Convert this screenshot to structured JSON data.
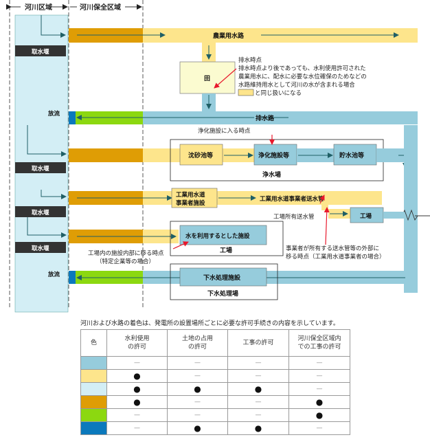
{
  "header": {
    "river_zone": "河川区域",
    "conservation_zone": "河川保全区域"
  },
  "intake_labels": [
    "取水堰",
    "取水堰",
    "取水堰",
    "取水堰"
  ],
  "discharge_labels": [
    "放流",
    "放流"
  ],
  "channels": {
    "agri": "農業用水路",
    "paddy": "田",
    "drain": "排水路",
    "sedimentation": "沈砂池等",
    "purification": "浄化施設等",
    "reservoir": "貯水池等",
    "water_plant": "浄水場",
    "industrial_operator_l1": "工業用水道",
    "industrial_operator_l2": "事業者施設",
    "industrial_pipe": "工業用水道事業者送水管",
    "factory_small": "工場",
    "factory_facility": "水を利用するとした施設",
    "factory": "工場",
    "sewage_facility": "下水処理施設",
    "sewage_plant": "下水処理場"
  },
  "notes": {
    "drain_point": [
      "排水時点",
      "排水時点より後であっても、水利使用許可された",
      "農業用水に、配水に必要な水位確保のためなどの",
      "水路維持用水として河川の水が含まれる場合",
      "と同じ扱いになる"
    ],
    "purification_entry": "浄化施設に入る時点",
    "factory_pipe": "工場所有送水管",
    "factory_inside": [
      "工場内の施設内部に移る時点",
      "（特定企業等の場合）"
    ],
    "operator_pipe": [
      "事業者が所有する送水管等の外部に",
      "移る時点（工業用水道事業者の場合）"
    ]
  },
  "colors": {
    "river": "#d3eef5",
    "blue": "#96ccdc",
    "yellow": "#fde58c",
    "lightyellow": "#fbfbd0",
    "orange": "#df9d05",
    "green": "#8cd810",
    "darkblue": "#0b79bc",
    "label_bg": "#333333",
    "arrow": "#1f5f66",
    "red": "#e8182c"
  },
  "legend": {
    "caption": "河川および水路の着色は、発電所の設置場所ごとに必要な許可手続きの内容を示しています。",
    "headers": [
      "色",
      "水利使用\nの許可",
      "土地の占用\nの許可",
      "工事の許可",
      "河川保全区域内\nでの工事の許可"
    ],
    "rows": [
      {
        "color": "#96ccdc",
        "cells": [
          "—",
          "—",
          "—",
          "—"
        ]
      },
      {
        "color": "#fde58c",
        "cells": [
          "●",
          "—",
          "—",
          "—"
        ]
      },
      {
        "color": "#d3eef5",
        "cells": [
          "●",
          "●",
          "●",
          "—"
        ]
      },
      {
        "color": "#df9d05",
        "cells": [
          "●",
          "—",
          "—",
          "●"
        ]
      },
      {
        "color": "#8cd810",
        "cells": [
          "—",
          "—",
          "—",
          "●"
        ]
      },
      {
        "color": "#0b79bc",
        "cells": [
          "—",
          "●",
          "●",
          "—"
        ]
      }
    ]
  }
}
